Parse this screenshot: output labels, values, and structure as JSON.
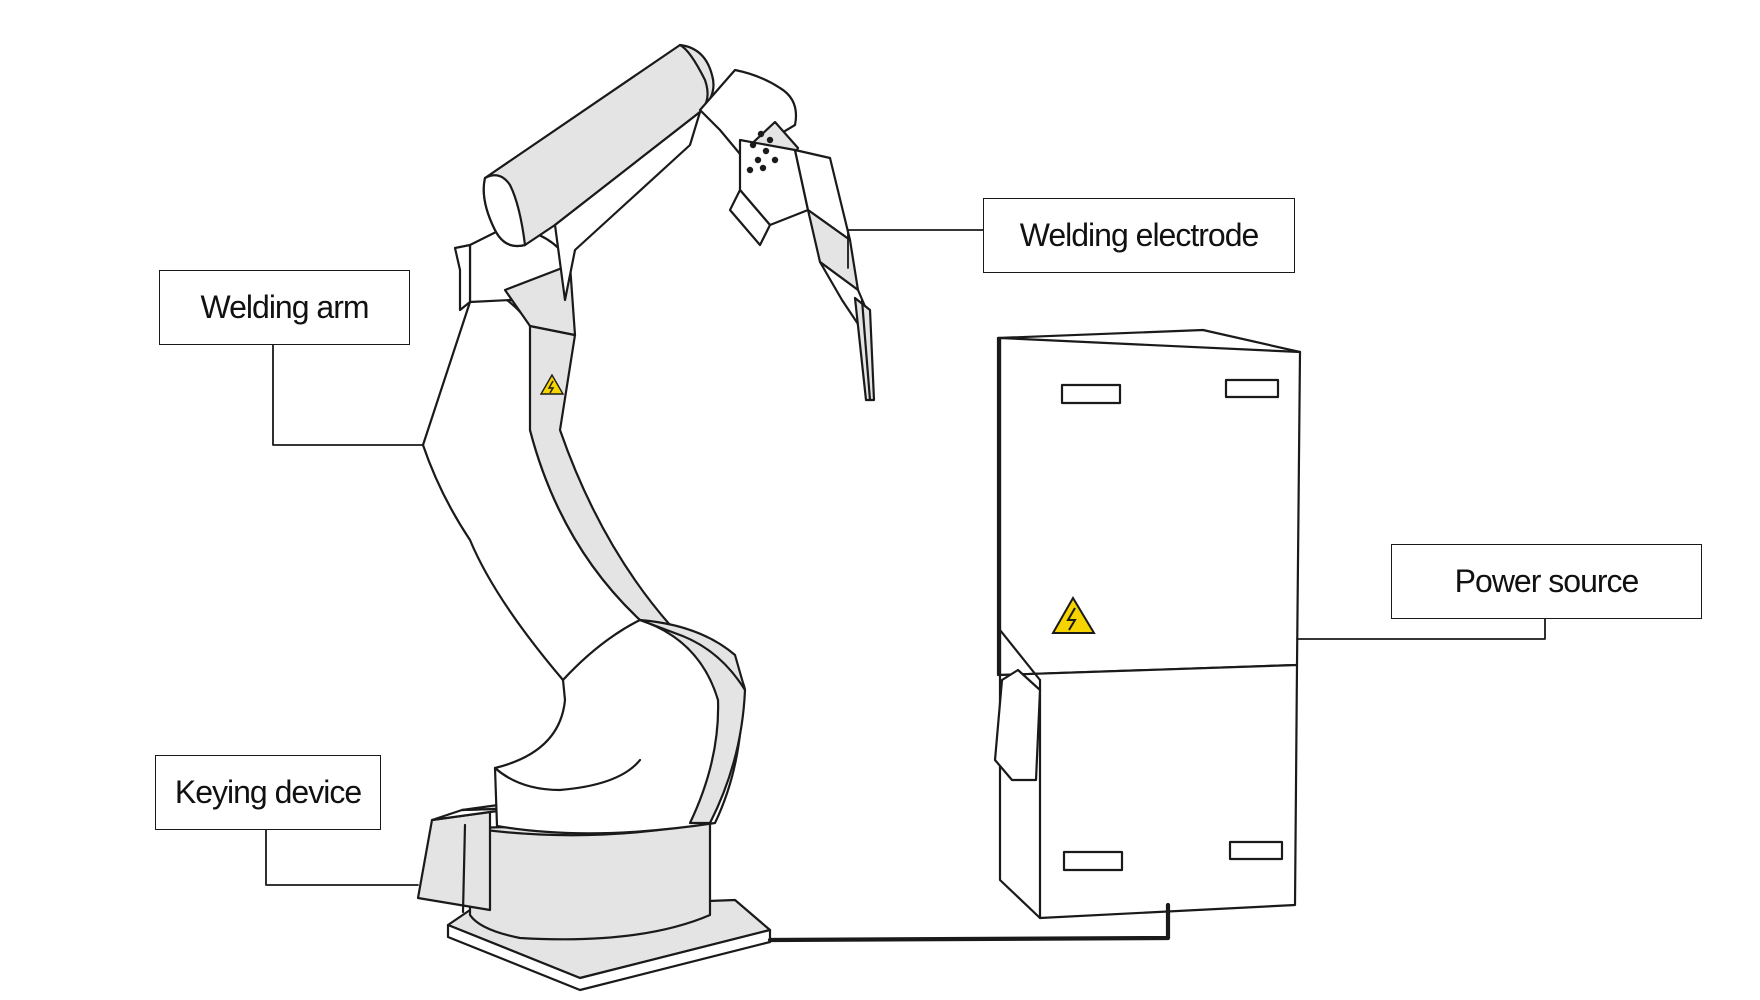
{
  "labels": {
    "welding_arm": "Welding arm",
    "welding_electrode": "Welding electrode",
    "power_source": "Power source",
    "keying_device": "Keying device"
  },
  "icons": {
    "arm_warning": "high-voltage-warning-icon",
    "cabinet_warning": "high-voltage-warning-icon"
  },
  "colors": {
    "outline": "#1a1a1a",
    "shade": "#e4e4e4",
    "warning": "#f5d400"
  }
}
